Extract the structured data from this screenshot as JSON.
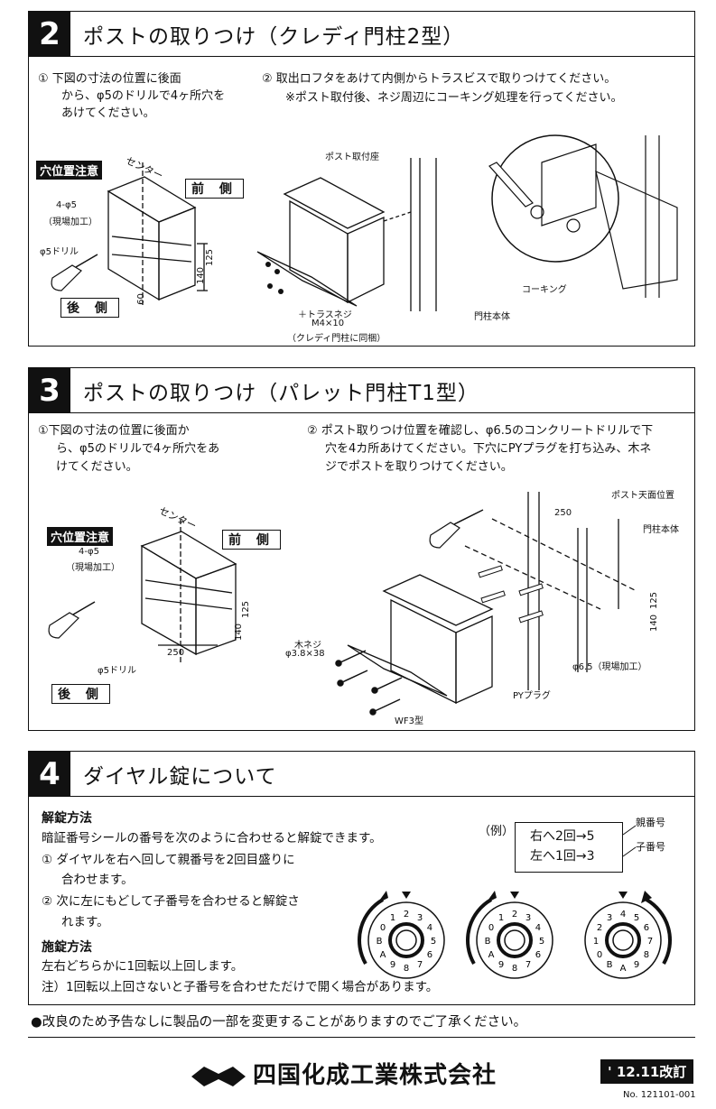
{
  "s2": {
    "num": "2",
    "title": "ポストの取りつけ（クレディ門柱2型）",
    "step1_l1": "① 下図の寸法の位置に後面",
    "step1_l2": "から、φ5のドリルで4ヶ所穴を",
    "step1_l3": "あけてください。",
    "step2_l1": "② 取出ロフタをあけて内側からトラスビスで取りつけてください。",
    "step2_l2": "※ポスト取付後、ネジ周辺にコーキング処理を行ってください。",
    "hole_caution": "穴位置注意",
    "center": "センター",
    "front": "前 側",
    "back": "後 側",
    "holes": "4-φ5",
    "onsite": "（現場加工）",
    "drill": "φ5ドリル",
    "dim_140": "140",
    "dim_125": "125",
    "dim_60": "60",
    "post_seat": "ポスト取付座",
    "screw": "＋トラスネジ",
    "screw_size": "M4×10",
    "screw_note": "（クレディ門柱に同梱）",
    "pillar": "門柱本体",
    "caulking": "コーキング"
  },
  "s3": {
    "num": "3",
    "title": "ポストの取りつけ（パレット門柱T1型）",
    "step1_l1": "①下図の寸法の位置に後面か",
    "step1_l2": "ら、φ5のドリルで4ヶ所穴をあ",
    "step1_l3": "けてください。",
    "step2_l1": "② ポスト取りつけ位置を確認し、φ6.5のコンクリートドリルで下",
    "step2_l2": "穴を4カ所あけてください。下穴にPYプラグを打ち込み、木ネ",
    "step2_l3": "ジでポストを取りつけてください。",
    "hole_caution": "穴位置注意",
    "center": "センター",
    "front": "前 側",
    "back": "後 側",
    "holes": "4-φ5",
    "onsite": "（現場加工）",
    "drill": "φ5ドリル",
    "dim_250": "250",
    "dim_140": "140",
    "dim_125": "125",
    "wood_screw": "木ネジ",
    "wood_screw_size": "φ3.8×38",
    "post_top": "ポスト天面位置",
    "pillar": "門柱本体",
    "py_plug": "PYプラグ",
    "drill_65": "φ6.5（現場加工）",
    "wf3": "WF3型"
  },
  "s4": {
    "num": "4",
    "title": "ダイヤル錠について",
    "unlock_head": "解錠方法",
    "unlock_l1": "暗証番号シールの番号を次のように合わせると解錠できます。",
    "unlock_l2": "① ダイヤルを右へ回して親番号を2回目盛りに",
    "unlock_l3": "合わせます。",
    "unlock_l4": "② 次に左にもどして子番号を合わせると解錠さ",
    "unlock_l5": "れます。",
    "lock_head": "施錠方法",
    "lock_l1": "左右どちらかに1回転以上回します。",
    "lock_l2": "注）1回転以上回さないと子番号を合わせただけで開く場合があります。",
    "example": "（例）",
    "ex_line1": "右へ2回→5",
    "ex_line2": "左へ1回→3",
    "parent_no": "親番号",
    "child_no": "子番号",
    "dial_digits": [
      "0",
      "1",
      "2",
      "3",
      "4",
      "5",
      "6",
      "7",
      "8",
      "9",
      "A",
      "B"
    ]
  },
  "footer": {
    "notice": "●改良のため予告なしに製品の一部を変更することがありますのでご了承ください。",
    "company": "四国化成工業株式会社",
    "revision": "' 12.11改訂",
    "doc_no": "No. 121101-001"
  }
}
